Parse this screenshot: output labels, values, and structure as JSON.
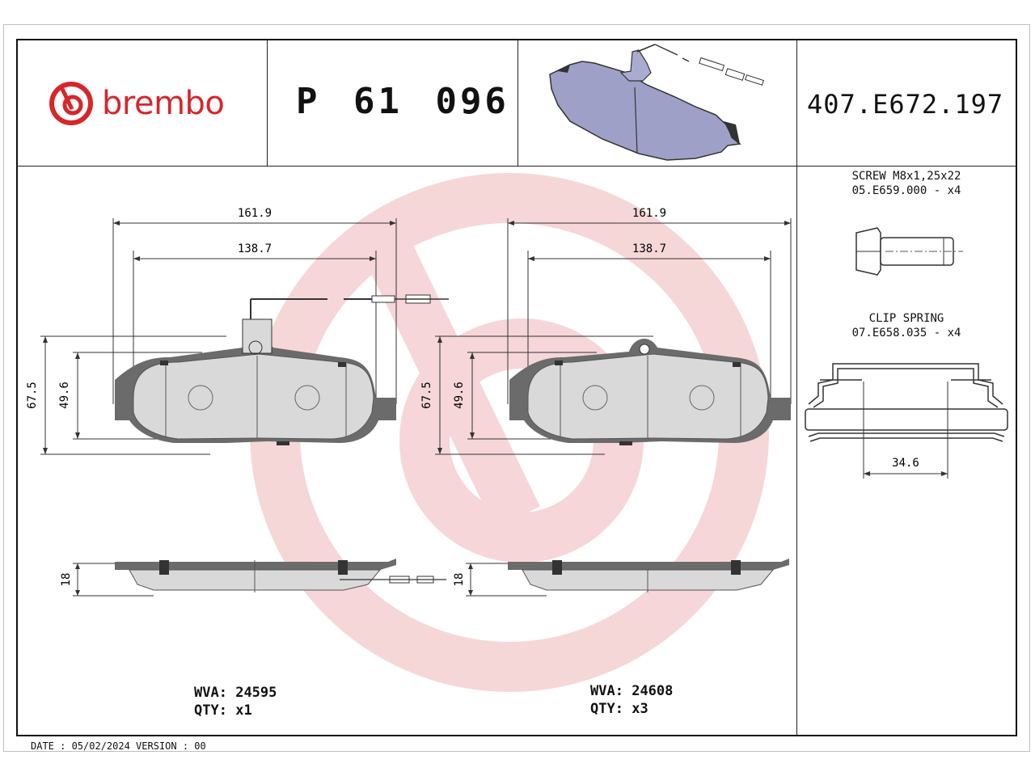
{
  "header": {
    "brand_name": "brembo",
    "part_number": "P 61 096",
    "reference_number": "407.E672.197"
  },
  "left_pad": {
    "dim_width_overall": "161.9",
    "dim_width_inner": "138.7",
    "dim_height_overall": "67.5",
    "dim_height_inner": "49.6",
    "dim_thickness": "18",
    "wva_label": "WVA:",
    "wva_value": "24595",
    "qty_label": "QTY:",
    "qty_value": "x1"
  },
  "right_pad": {
    "dim_width_overall": "161.9",
    "dim_width_inner": "138.7",
    "dim_height_overall": "67.5",
    "dim_height_inner": "49.6",
    "dim_thickness": "18",
    "wva_label": "WVA:",
    "wva_value": "24608",
    "qty_label": "QTY:",
    "qty_value": "x3"
  },
  "accessories": {
    "screw_name": "SCREW M8x1,25x22",
    "screw_code": "05.E659.000 - x4",
    "clip_name": "CLIP SPRING",
    "clip_code": "07.E658.035 - x4",
    "clip_dim": "34.6"
  },
  "footer": {
    "text": "DATE : 05/02/2024 VERSION : 00"
  },
  "colors": {
    "brand_red": "#d7262b",
    "watermark_red": "#f3c9cb",
    "pad_fill": "#d9d9d9",
    "backplate": "#6b6b6b",
    "render_fill": "#9ea0c8"
  }
}
